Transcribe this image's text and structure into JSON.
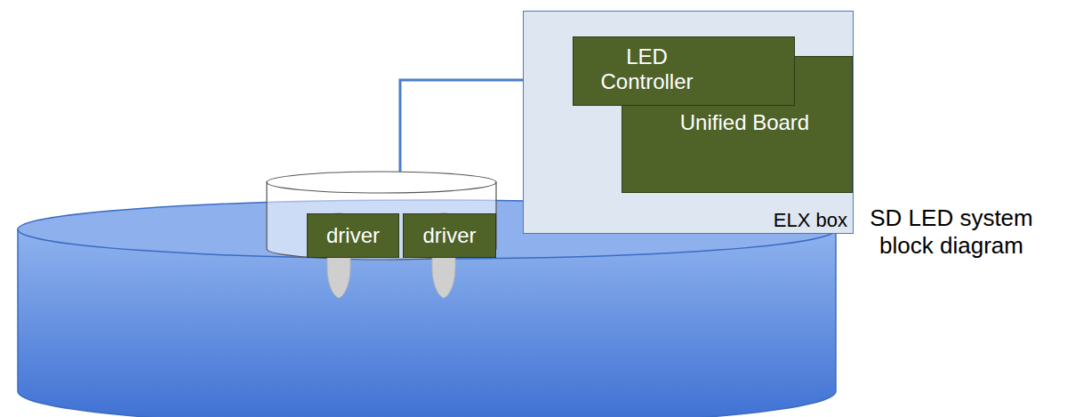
{
  "diagram": {
    "caption": "SD LED system block diagram",
    "nodes": [
      {
        "text": [
          "ELX box"
        ]
      },
      {
        "text": [
          "LED Controller"
        ],
        "in": 0
      },
      {
        "text": [
          "Unified Board"
        ],
        "in": 0
      },
      {
        "text": [
          "driver"
        ]
      },
      {
        "text": [
          "driver"
        ]
      }
    ]
  }
}
